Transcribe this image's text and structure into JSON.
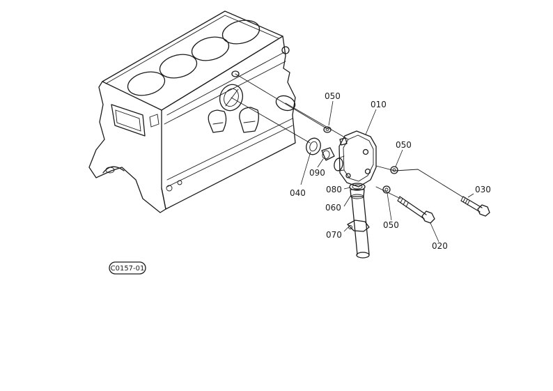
{
  "parts": [
    {
      "id": "p010",
      "label": "010"
    },
    {
      "id": "p020",
      "label": "020"
    },
    {
      "id": "p030",
      "label": "030"
    },
    {
      "id": "p040",
      "label": "040"
    },
    {
      "id": "p050a",
      "label": "050"
    },
    {
      "id": "p050b",
      "label": "050"
    },
    {
      "id": "p050c",
      "label": "050"
    },
    {
      "id": "p060",
      "label": "060"
    },
    {
      "id": "p070",
      "label": "070"
    },
    {
      "id": "p080",
      "label": "080"
    },
    {
      "id": "p090",
      "label": "090"
    }
  ],
  "diagram_code": "C0157-01"
}
